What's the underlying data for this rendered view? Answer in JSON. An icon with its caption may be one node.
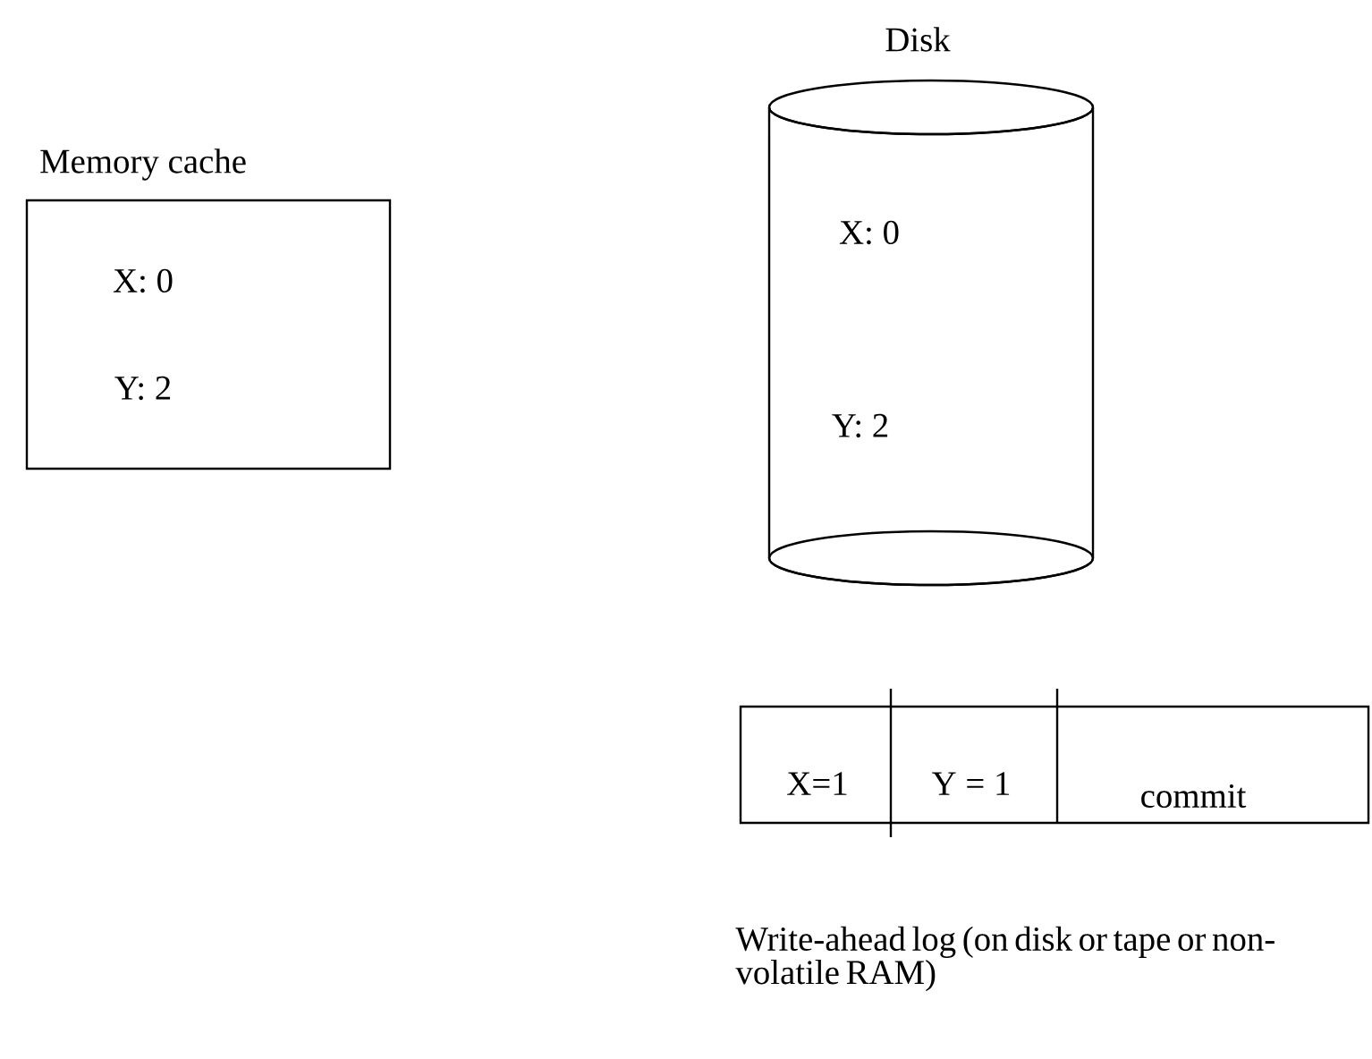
{
  "diagram": {
    "nodes": [
      {
        "text": [
          "Memory cache",
          "X: 0",
          "Y: 2"
        ]
      },
      {
        "text": [
          "Disk",
          "X: 0",
          "Y: 2"
        ]
      },
      {
        "text": [
          "Write-ahead log (on disk or tape or non-volatile RAM)"
        ]
      },
      {
        "text": [
          "X=1"
        ],
        "in": 2
      },
      {
        "text": [
          "Y = 1"
        ],
        "in": 2
      },
      {
        "text": [
          "commit"
        ],
        "in": 2
      }
    ]
  }
}
